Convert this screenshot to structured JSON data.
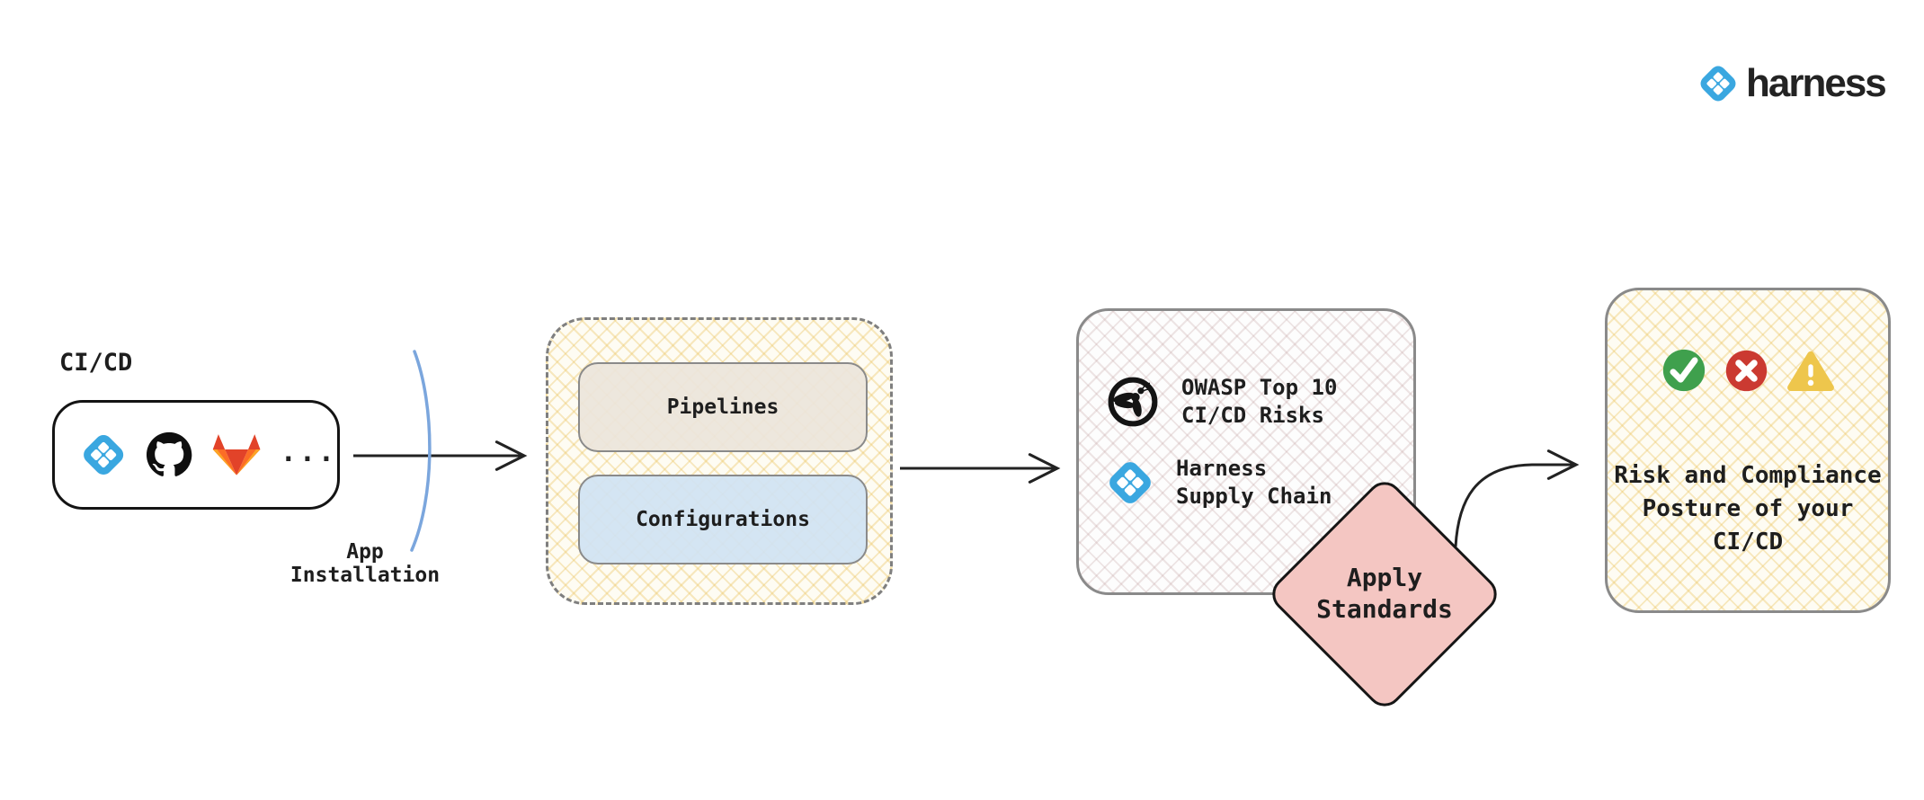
{
  "brand": {
    "name": "harness"
  },
  "nodes": {
    "cicd": {
      "label": "CI/CD",
      "icons": [
        "harness-icon",
        "github-icon",
        "gitlab-icon"
      ],
      "more": "..."
    },
    "app_installation": {
      "lines": [
        "App",
        "Installation"
      ]
    },
    "pipeline_group": {
      "pipelines_label": "Pipelines",
      "configurations_label": "Configurations"
    },
    "standards": {
      "owasp": {
        "icon": "owasp-icon",
        "lines": [
          "OWASP Top 10",
          "CI/CD Risks"
        ]
      },
      "harness": {
        "icon": "harness-icon",
        "lines": [
          "Harness",
          "Supply Chain"
        ]
      }
    },
    "apply_standards": {
      "lines": [
        "Apply",
        "Standards"
      ]
    },
    "outcome": {
      "icons": [
        "check-icon",
        "cross-icon",
        "warning-icon"
      ],
      "lines": [
        "Risk and Compliance",
        "Posture of your",
        "CI/CD"
      ]
    }
  },
  "colors": {
    "harness_blue": "#3aa7e0",
    "arrow": "#222222",
    "arc_blue": "#7ba6dd",
    "diamond_pink": "#f4c6c2",
    "pipelines_fill": "#ece5db",
    "configurations_fill": "#d0e3f3",
    "lattice_yellow": "#ecc664",
    "lattice_pink": "#c09c9c",
    "success_green": "#3fa04d",
    "error_red": "#cb3a31",
    "warning_yellow": "#eec64c",
    "gitlab_red": "#e24329",
    "gitlab_orange": "#fc6d26",
    "gitlab_amber": "#fca326"
  }
}
